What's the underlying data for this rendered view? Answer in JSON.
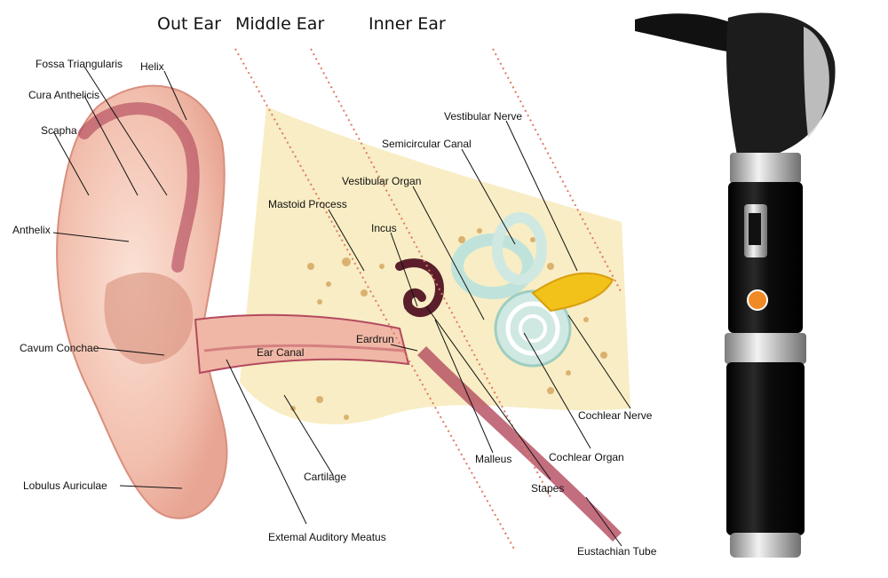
{
  "headers": {
    "outer": "Out Ear",
    "middle": "Middle Ear",
    "inner": "Inner Ear"
  },
  "labels": {
    "fossa_triangularis": "Fossa Triangularis",
    "helix": "Helix",
    "cura_anthelicis": "Cura Anthelicis",
    "scapha": "Scapha",
    "anthelix": "Anthelix",
    "cavum_conchae": "Cavum Conchae",
    "lobulus_auriculae": "Lobulus Auriculae",
    "mastoid_process": "Mastoid Process",
    "incus": "Incus",
    "vestibular_organ": "Vestibular Organ",
    "semicircular_canal": "Semicircular Canal",
    "vestibular_nerve": "Vestibular Nerve",
    "eardrum": "Eardrun",
    "ear_canal": "Ear Canal",
    "cartilage": "Cartilage",
    "external_auditory_meatus": "Extemal Auditory Meatus",
    "malleus": "Malleus",
    "stapes": "Stapes",
    "cochlear_nerve": "Cochlear Nerve",
    "cochlear_organ": "Cochlear Organ",
    "eustachian_tube": "Eustachian Tube"
  },
  "colors": {
    "skin": "#f3c6b4",
    "skin_dark": "#b34a5e",
    "bone": "#f6e7b0",
    "cochlea": "#cfe9e2",
    "nerve": "#f2c21a",
    "otoscope_body": "#151515",
    "otoscope_metal": "#c9c9c9",
    "otoscope_button": "#f08a24"
  }
}
